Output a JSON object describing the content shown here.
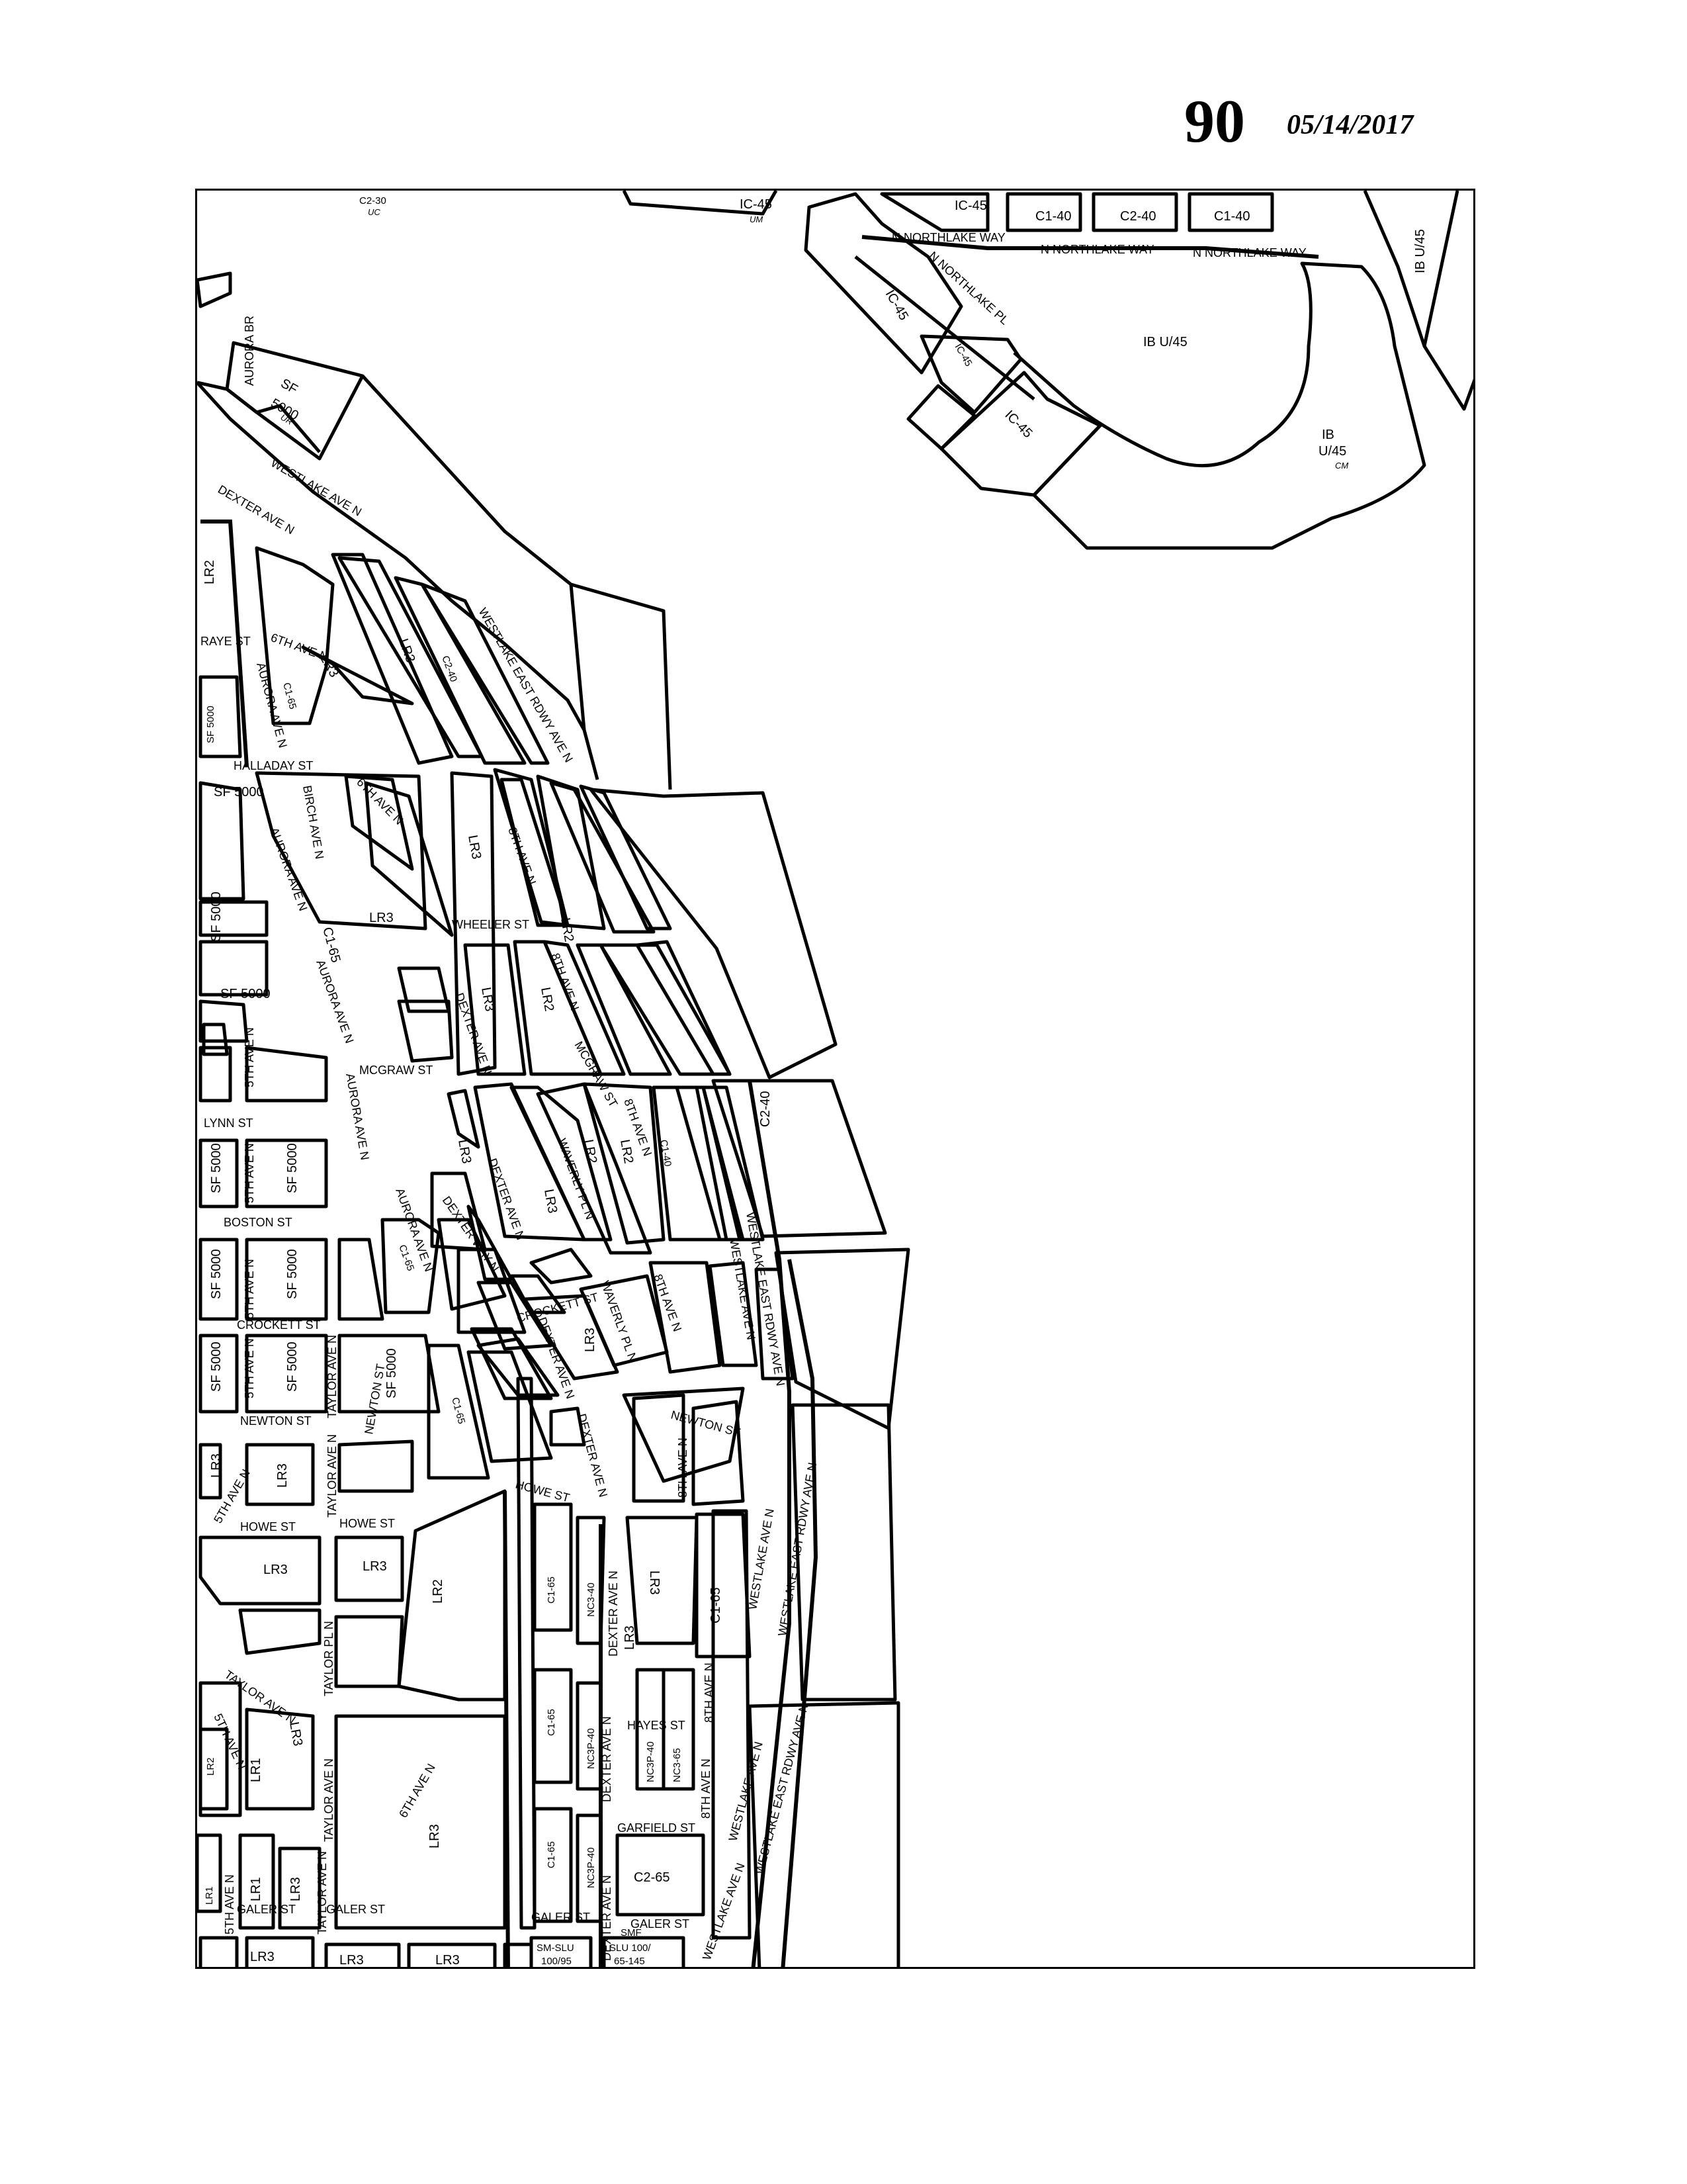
{
  "header": {
    "map_number": "90",
    "date": "05/14/2017"
  },
  "zones": {
    "c2_30": "C2-30",
    "uc": "UC",
    "ic45_a": "IC-45",
    "um": "UM",
    "ic45_b": "IC-45",
    "c1_40_a": "C1-40",
    "c2_40": "C2-40",
    "c1_40_b": "C1-40",
    "ib_u45_a": "IB U/45",
    "ib_u45_b": "IB U/45",
    "ic45_c": "IC-45",
    "ic45_d": "IC-45",
    "ic45_e": "IC-45",
    "ib_u45_c": "IB",
    "ib_u45_c2": "U/45",
    "cm": "CM",
    "sf5000_1": "SF",
    "sf5000_1b": "5000",
    "ur": "UR",
    "lr2_a": "LR2",
    "lr3_a": "LR3",
    "c1_65_a": "C1-65",
    "lr3_b": "LR3",
    "c2_40_b": "C2-40",
    "sf5000_2": "SF 5000",
    "sf5000_3": "SF 5000",
    "lr3_c": "LR3",
    "lr3_d": "LR3",
    "lr2_b": "LR2",
    "c1_65_b": "C1-65",
    "lr3_e": "LR3",
    "lr2_c": "LR2",
    "sf5000_4": "SF 5000",
    "sf5000_5": "SF 5000",
    "lr3_f": "LR3",
    "lr2_d": "LR2",
    "lr2_e": "LR2",
    "c1_40_c": "C1-40",
    "c2_40_c": "C2-40",
    "sf5000_6": "SF 5000",
    "sf5000_7": "SF 5000",
    "sf5000_8": "SF 5000",
    "sf5000_9": "SF 5000",
    "c1_65_c": "C1-65",
    "lr3_g": "LR3",
    "sf5000_10": "SF 5000",
    "sf5000_11": "SF 5000",
    "sf5000_12": "SF 5000",
    "c1_65_d": "C1-65",
    "lr3_h": "LR3",
    "lr3_i": "LR3",
    "lr3_j": "LR3",
    "lr3_k": "LR3",
    "lr3_l": "LR3",
    "lr2_f": "LR2",
    "lr3_m": "LR3",
    "lr1_a": "LR1",
    "lr3_n": "LR3",
    "lr2_g": "LR2",
    "lr1_b": "LR1",
    "lr3_o": "LR3",
    "lr1_c": "LR1",
    "lr3_p": "LR3",
    "lr3_q": "LR3",
    "lr3_r": "LR3",
    "lr3_s": "LR3",
    "c1_65_e": "C1-65",
    "nc3_40_a": "NC3-40",
    "c1_65_f": "C1-65",
    "nc3p_40_a": "NC3P-40",
    "nc3p_40_b": "NC3P-40",
    "nc3_65": "NC3-65",
    "c1_65_g": "C1-65",
    "nc3p_40_c": "NC3P-40",
    "c2_65": "C2-65",
    "sm_slu_a": "SM-SLU",
    "sm_slu_a2": "100/95",
    "smf": "SMF",
    "slu_b": "SLU 100/",
    "slu_b2": "65-145",
    "lr3_t": "LR3",
    "c1_65_h": "C1-65"
  },
  "streets": {
    "aurora_br": "AURORA BR",
    "n_northlake_way_a": "N NORTHLAKE WAY",
    "n_northlake_way_b": "N NORTHLAKE WAY",
    "n_northlake_way_c": "N NORTHLAKE WAY",
    "n_northlake_pl": "N NORTHLAKE PL",
    "westlake_ave_n_a": "WESTLAKE AVE N",
    "dexter_ave_n_a": "DEXTER AVE N",
    "westlake_east_rdwy_a": "WESTLAKE EAST RDWY AVE N",
    "raye_st": "RAYE ST",
    "sixth_ave_n_a": "6TH AVE N",
    "aurora_ave_n_a": "AURORA AVE N",
    "halladay_st": "HALLADAY ST",
    "birch_ave_n": "BIRCH AVE N",
    "sixth_ave_n_b": "6TH AVE N",
    "aurora_ave_n_b": "AURORA AVE N",
    "eighth_ave_n_a": "8TH AVE N",
    "wheeler_st": "WHEELER ST",
    "eighth_ave_n_b": "8TH AVE N",
    "aurora_ave_n_c": "AURORA AVE N",
    "dexter_ave_n_b": "DEXTER AVE N",
    "mcgraw_st_a": "MCGRAW ST",
    "mcgraw_st_b": "MCGRAW ST",
    "fifth_ave_n_a": "5TH AVE N",
    "lynn_st": "LYNN ST",
    "aurora_ave_n_d": "AURORA AVE N",
    "eighth_ave_n_c": "8TH AVE N",
    "waverly_pl_n_a": "WAVERLY PL N",
    "dexter_ave_n_c": "DEXTER AVE N",
    "fifth_ave_n_b": "5TH AVE N",
    "boston_st": "BOSTON ST",
    "aurora_ave_n_e": "AURORA AVE N",
    "dexter_way_n": "DEXTER WAY N",
    "westlake_east_rdwy_b": "WESTLAKE EAST RDWY AVE N",
    "westlake_ave_n_b": "WESTLAKE AVE N",
    "fifth_ave_n_c": "5TH AVE N",
    "crockett_st_a": "CROCKETT ST",
    "crockett_st_b": "CROCKETT ST",
    "dexter_ave_n_d": "DEXTER AVE N",
    "waverly_pl_n_b": "WAVERLY PL N",
    "eighth_ave_n_d": "8TH AVE N",
    "fifth_ave_n_d": "5TH AVE N",
    "taylor_ave_n_a": "TAYLOR AVE N",
    "newton_st_a": "NEWTON ST",
    "newton_st_b": "NEWTON ST",
    "newton_st_c": "NEWTON ST",
    "dexter_ave_n_e": "DEXTER AVE N",
    "fifth_ave_n_e": "5TH AVE N",
    "taylor_ave_n_b": "TAYLOR AVE N",
    "howe_st_a": "HOWE ST",
    "howe_st_b": "HOWE ST",
    "howe_st_c": "HOWE ST",
    "eighth_ave_n_e": "8TH AVE N",
    "westlake_ave_n_c": "WESTLAKE AVE N",
    "westlake_east_rdwy_c": "WESTLAKE EAST RDWY AVE N",
    "dexter_ave_n_f": "DEXTER AVE N",
    "taylor_ave_n_c": "TAYLOR AVE N",
    "taylor_pl_n_a": "TAYLOR PL N",
    "fifth_ave_n_f": "5TH AVE N",
    "taylor_ave_n_d": "TAYLOR AVE N",
    "sixth_ave_n_c": "6TH AVE N",
    "hayes_st": "HAYES ST",
    "eighth_ave_n_f": "8TH AVE N",
    "dexter_ave_n_g": "DEXTER AVE N",
    "eighth_ave_n_g": "8TH AVE N",
    "westlake_ave_n_d": "WESTLAKE AVE N",
    "westlake_east_rdwy_d": "WESTLAKE EAST RDWY AVE N",
    "taylor_ave_n_e": "TAYLOR AVE N",
    "fifth_ave_n_g": "5TH AVE N",
    "garfield_st": "GARFIELD ST",
    "dexter_ave_n_h": "DEXTER AVE N",
    "westlake_ave_n_e": "WESTLAKE AVE N",
    "galer_st_a": "GALER ST",
    "galer_st_b": "GALER ST",
    "galer_st_c": "GALER ST",
    "galer_st_d": "GALER ST"
  }
}
